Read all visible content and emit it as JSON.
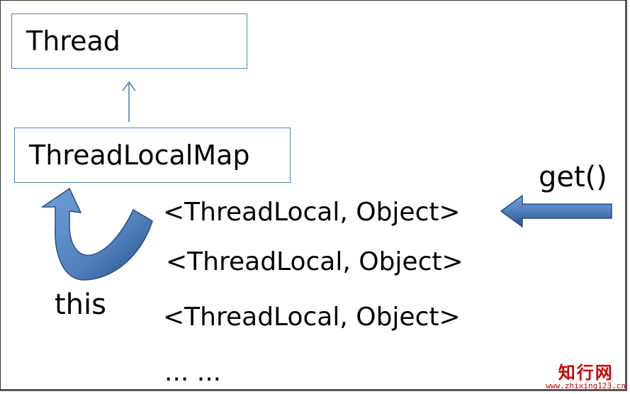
{
  "thread_box": {
    "label": "Thread"
  },
  "map_box": {
    "label": "ThreadLocalMap"
  },
  "entries": [
    "<ThreadLocal, Object>",
    "<ThreadLocal, Object>",
    "<ThreadLocal, Object>"
  ],
  "ellipsis": "... ...",
  "this_label": "this",
  "get_label": "get()",
  "watermark": {
    "title": "知行网",
    "url": "www.zhixing123.cn"
  },
  "colors": {
    "box_border": "#4f81bd",
    "arrow_fill": "#4f81bd",
    "arrow_dark": "#2c4f86",
    "watermark": "#cc0000"
  }
}
